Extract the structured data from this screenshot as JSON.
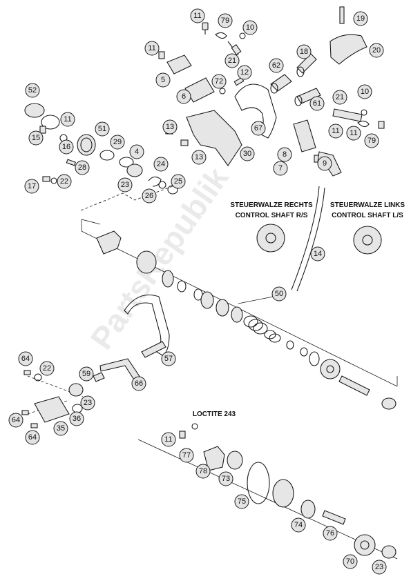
{
  "labels": {
    "right_de": "STEUERWALZE RECHTS",
    "right_en": "CONTROL SHAFT R/S",
    "left_de": "STEUERWALZE LINKS",
    "left_en": "CONTROL SHAFT L/S",
    "loctite": "LOCTITE 243"
  },
  "watermark": "PartsRepublik",
  "callouts": [
    "11",
    "79",
    "10",
    "19",
    "20",
    "11",
    "21",
    "18",
    "62",
    "5",
    "72",
    "12",
    "6",
    "61",
    "52",
    "21",
    "10",
    "11",
    "11",
    "79",
    "15",
    "16",
    "51",
    "13",
    "67",
    "13",
    "30",
    "8",
    "11",
    "9",
    "7",
    "29",
    "4",
    "28",
    "24",
    "17",
    "22",
    "23",
    "25",
    "26",
    "14",
    "50",
    "64",
    "22",
    "59",
    "57",
    "66",
    "23",
    "64",
    "35",
    "36",
    "64",
    "11",
    "77",
    "78",
    "73",
    "75",
    "74",
    "76",
    "70",
    "23"
  ]
}
